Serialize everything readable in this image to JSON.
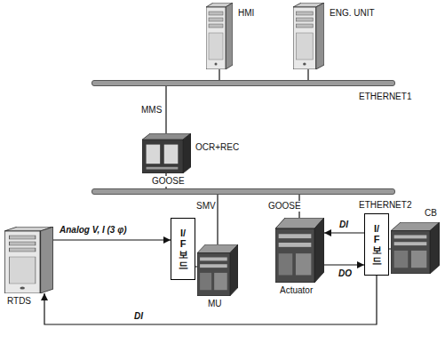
{
  "diagram": {
    "nodes": [
      {
        "text": [
          "HMI"
        ]
      },
      {
        "text": [
          "ENG. UNIT"
        ]
      },
      {
        "text": [
          "ETHERNET1"
        ]
      },
      {
        "text": [
          "OCR+REC"
        ]
      },
      {
        "text": [
          "ETHERNET2"
        ]
      },
      {
        "text": [
          "RTDS"
        ]
      },
      {
        "text": [
          "I/F 보드"
        ]
      },
      {
        "text": [
          "MU"
        ]
      },
      {
        "text": [
          "Actuator"
        ]
      },
      {
        "text": [
          "I/F 보드"
        ]
      },
      {
        "text": [
          "CB"
        ]
      }
    ],
    "edges": [
      {
        "from": 0,
        "to": 2,
        "arrow": "none"
      },
      {
        "from": 1,
        "to": 2,
        "arrow": "none"
      },
      {
        "from": 2,
        "to": 3,
        "label": "MMS",
        "arrow": "none"
      },
      {
        "from": 3,
        "to": 4,
        "label": "GOOSE",
        "arrow": "none"
      },
      {
        "from": 4,
        "to": 7,
        "label": "SMV",
        "arrow": "none"
      },
      {
        "from": 4,
        "to": 8,
        "label": "GOOSE",
        "arrow": "none"
      },
      {
        "from": 5,
        "to": 6,
        "label": "Analog V, I (3 φ)",
        "arrow": "to"
      },
      {
        "from": 6,
        "to": 7,
        "arrow": "none"
      },
      {
        "from": 9,
        "to": 8,
        "label": "DI",
        "arrow": "to"
      },
      {
        "from": 8,
        "to": 9,
        "label": "DO",
        "arrow": "to"
      },
      {
        "from": 9,
        "to": 10,
        "arrow": "none"
      },
      {
        "from": 9,
        "to": 5,
        "label": "DI",
        "arrow": "to"
      }
    ]
  }
}
